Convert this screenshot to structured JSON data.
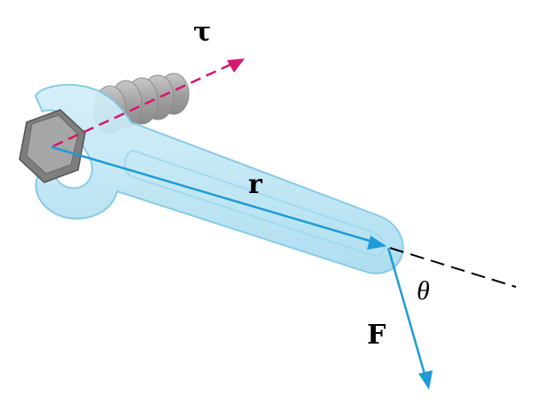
{
  "labels": {
    "torque": "τ",
    "position": "r",
    "force": "F",
    "angle": "θ"
  },
  "colors": {
    "torque_vector": "#d6166f",
    "position_vector": "#1e9bd7",
    "force_vector": "#1e9bd7",
    "wrench_fill": "#bfe6f5",
    "wrench_edge": "#7dc7e6",
    "bolt_gray": "#9a9a9a",
    "thread_gray": "#b4b4b4",
    "reference_line": "#000000"
  },
  "icons": {
    "wrench": "wrench-icon",
    "bolt": "hex-bolt-icon"
  }
}
